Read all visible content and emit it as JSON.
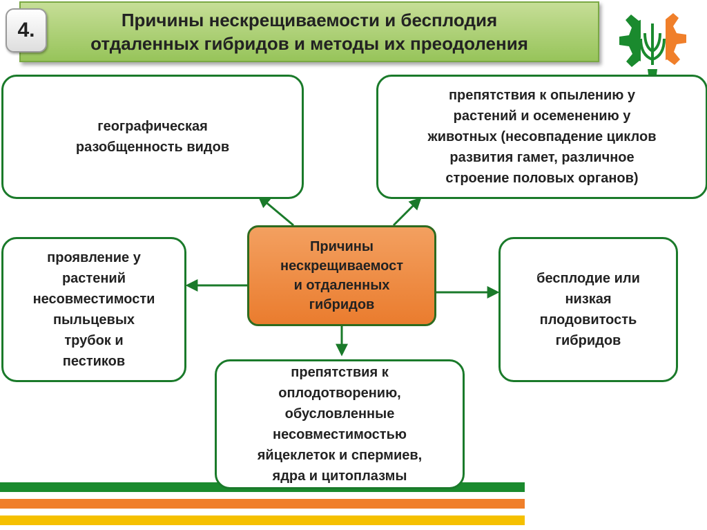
{
  "slide_number": "4.",
  "title": {
    "line1": "Причины нескрещиваемости и бесплодия",
    "line2": "отдаленных гибридов и методы их преодоления"
  },
  "center": {
    "text": "Причины\nнескрещиваемост\nи отдаленных\nгибридов"
  },
  "nodes": {
    "geographic": "географическая\nразобщенность видов",
    "pollination": "препятствия к опылению у\nрастений и осеменению у\nживотных (несовпадение циклов\nразвития гамет, различное\nстроение половых органов)",
    "pollen_tubes": "проявление у\nрастений\nнесовместимости\nпыльцевых\nтрубок и\nпестиков",
    "sterility": "бесплодие или\nнизкая\nплодовитость\nгибридов",
    "fertilization": "препятствия к\nоплодотворению,\nобусловленные\nнесовместимостью\nяйцеклеток и спермиев,\nядра и цитоплазмы"
  },
  "colors": {
    "accent_green": "#1a7a2a",
    "center_orange": "#ee8a3f",
    "title_green": "#a9cf70",
    "stripe_green": "#1a8a2e",
    "stripe_orange": "#f07f2a",
    "stripe_yellow": "#f5c000"
  },
  "logo_icon": "gear-logo-icon"
}
